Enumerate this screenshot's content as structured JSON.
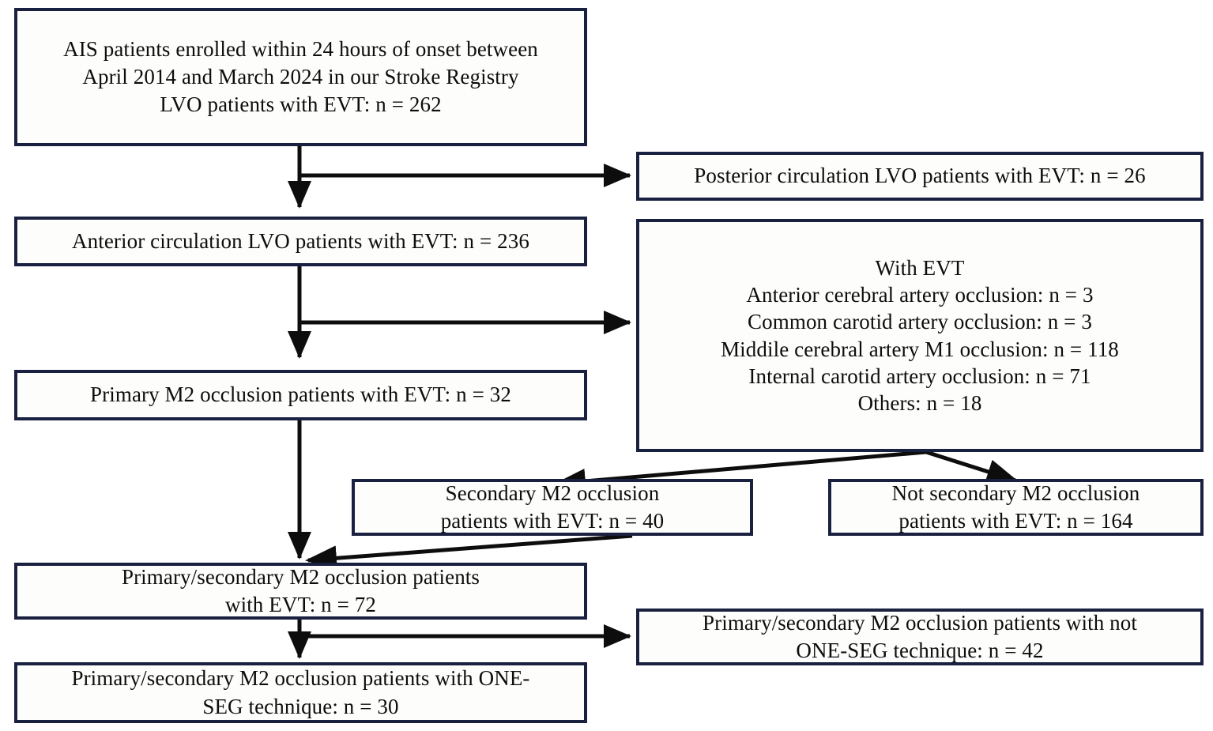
{
  "diagram": {
    "title": "Patient selection flowchart",
    "type": "flowchart",
    "border_color": "#1a2040",
    "arrow_color": "#0d0d0d",
    "background_color": "#ffffff"
  },
  "nodes": {
    "enrolled": {
      "label": "AIS patients enrolled within 24 hours of onset between\nApril 2014 and March 2024 in our Stroke Registry\nLVO patients with EVT:  n = 262",
      "count": 262
    },
    "posterior_excluded": {
      "label": "Posterior circulation LVO patients with EVT: n = 26",
      "count": 26
    },
    "anterior": {
      "label": "Anterior circulation LVO patients with EVT:  n = 236",
      "count": 236
    },
    "with_evt_breakdown": {
      "label": "With EVT\nAnterior cerebral artery occlusion: n = 3\nCommon carotid artery occlusion: n =  3\nMiddile cerebral artery M1 occlusion: n =  118\nInternal carotid artery occlusion:  n = 71\nOthers: n = 18",
      "items": [
        {
          "name": "With EVT",
          "count": null
        },
        {
          "name": "Anterior cerebral artery occlusion",
          "count": 3
        },
        {
          "name": "Common carotid artery occlusion",
          "count": 3
        },
        {
          "name": "Middile cerebral artery M1 occlusion",
          "count": 118
        },
        {
          "name": "Internal carotid artery occlusion",
          "count": 71
        },
        {
          "name": "Others",
          "count": 18
        }
      ]
    },
    "primary_m2": {
      "label": "Primary M2 occlusion patients with EVT: n = 32",
      "count": 32
    },
    "secondary_m2": {
      "label": "Secondary M2 occlusion\npatients with EVT: n = 40",
      "count": 40
    },
    "not_secondary_m2": {
      "label": "Not secondary M2 occlusion\npatients with EVT: n = 164",
      "count": 164
    },
    "primary_secondary_m2": {
      "label": "Primary/secondary M2 occlusion patients\nwith EVT: n = 72",
      "count": 72
    },
    "not_one_seg": {
      "label": "Primary/secondary M2 occlusion patients with not\nONE-SEG technique: n = 42",
      "count": 42
    },
    "one_seg": {
      "label": "Primary/secondary M2 occlusion patients with ONE-\nSEG technique: n = 30",
      "count": 30
    }
  },
  "edges": [
    {
      "from": "enrolled",
      "to": "anterior",
      "kind": "vertical-arrow"
    },
    {
      "from": "enrolled-trunk",
      "to": "posterior_excluded",
      "kind": "horizontal-arrow"
    },
    {
      "from": "anterior",
      "to": "primary_m2",
      "kind": "vertical-arrow"
    },
    {
      "from": "anterior-trunk",
      "to": "with_evt_breakdown",
      "kind": "horizontal-arrow"
    },
    {
      "from": "with_evt_breakdown",
      "to": "secondary_m2",
      "kind": "diagonal-arrow"
    },
    {
      "from": "with_evt_breakdown",
      "to": "not_secondary_m2",
      "kind": "diagonal-arrow"
    },
    {
      "from": "primary_m2",
      "to": "primary_secondary_m2",
      "kind": "vertical-arrow"
    },
    {
      "from": "secondary_m2",
      "to": "primary_secondary_m2",
      "kind": "diagonal-arrow"
    },
    {
      "from": "primary_secondary_m2",
      "to": "one_seg",
      "kind": "vertical-arrow"
    },
    {
      "from": "primary_secondary-trunk",
      "to": "not_one_seg",
      "kind": "horizontal-arrow"
    }
  ]
}
